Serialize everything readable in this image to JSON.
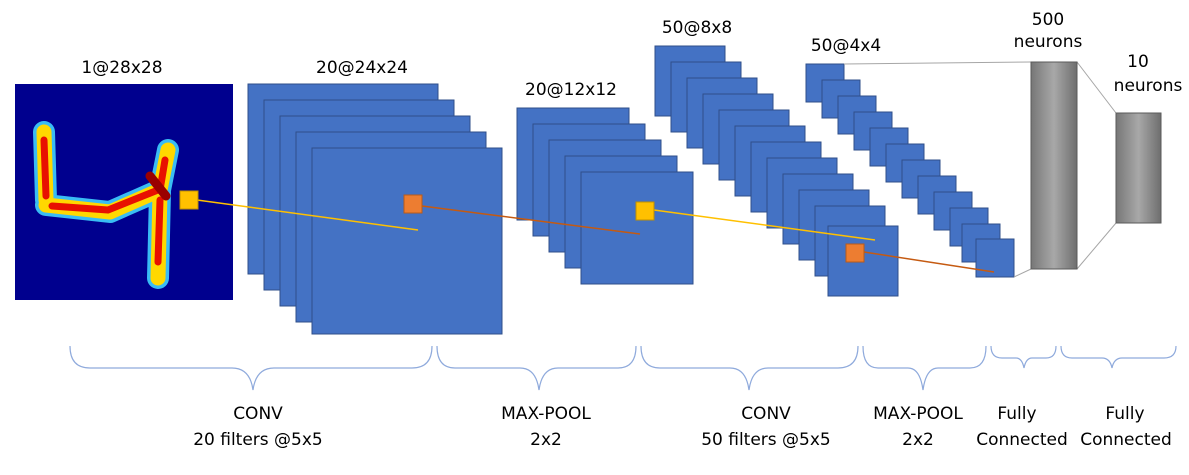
{
  "diagram": {
    "colors": {
      "map_blue": "#4472c4",
      "map_edge": "#2f4f8a",
      "input_bg": "#00008e",
      "orange": "#ed7d31",
      "yellow": "#ffc000",
      "line_yellow": "#ffc000",
      "line_brown": "#c55a11",
      "brace": "#8faadc",
      "fc_gray": "#8c8c8c"
    },
    "layers": [
      {
        "id": "input",
        "label": "1@28x28"
      },
      {
        "id": "conv1",
        "label": "20@24x24"
      },
      {
        "id": "pool1",
        "label": "20@12x12"
      },
      {
        "id": "conv2",
        "label": "50@8x8"
      },
      {
        "id": "pool2",
        "label": "50@4x4"
      },
      {
        "id": "fc1",
        "label_lines": [
          "500",
          "neurons"
        ]
      },
      {
        "id": "fc2",
        "label_lines": [
          "10",
          "neurons"
        ]
      }
    ],
    "stages": [
      {
        "id": "stage-conv1",
        "lines": [
          "CONV",
          "20 filters @5x5"
        ]
      },
      {
        "id": "stage-pool1",
        "lines": [
          "MAX-POOL",
          "2x2"
        ]
      },
      {
        "id": "stage-conv2",
        "lines": [
          "CONV",
          "50 filters @5x5"
        ]
      },
      {
        "id": "stage-pool2",
        "lines": [
          "MAX-POOL",
          "2x2"
        ]
      },
      {
        "id": "stage-fc1",
        "lines": [
          "Fully",
          "Connected"
        ]
      },
      {
        "id": "stage-fc2",
        "lines": [
          "Fully",
          "Connected"
        ]
      }
    ]
  }
}
